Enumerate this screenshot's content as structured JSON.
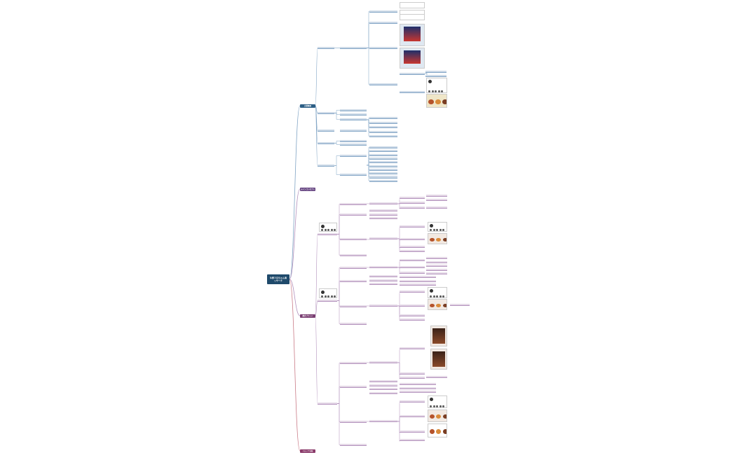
{
  "root": {
    "line1": "牛野３兄ちゃん商",
    "line2": "リサーチ"
  },
  "branches": [
    {
      "key": "b1",
      "label": "企業概要",
      "color": "#2d5f86"
    },
    {
      "key": "b2",
      "label": "メインコンセプト",
      "color": "#6a4a85"
    },
    {
      "key": "b3",
      "label": "競合ブランド",
      "color": "#7a3e72"
    },
    {
      "key": "b4",
      "label": "ペルソナ分析",
      "color": "#8a3a6a"
    }
  ],
  "branch_labels_font_note": "",
  "colors": {
    "blue_line": "#7fa3c4",
    "purple_line": "#b18fbb",
    "red_line": "#c97a86"
  }
}
